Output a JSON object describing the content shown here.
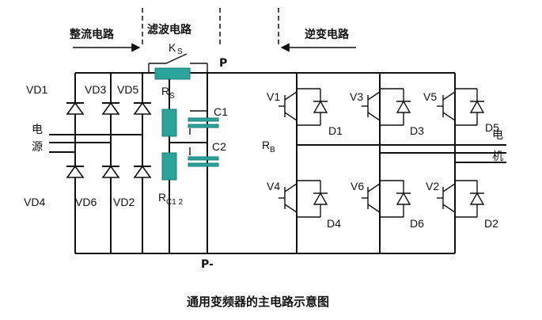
{
  "sections": {
    "rectifier": "整流电路",
    "filter": "滤波电路",
    "inverter": "逆变电路"
  },
  "labels": {
    "ks": "K",
    "ks_sub": "S",
    "p_plus": "P",
    "p_minus": "P-",
    "rs": "R",
    "rs_sub": "S",
    "c1": "C1",
    "c2": "C2",
    "rb": "R",
    "rb_sub": "B",
    "rc12": "R",
    "rc12_sub": "C1 2",
    "source_1": "电",
    "source_2": "源",
    "motor_1": "电",
    "motor_2": "机",
    "vd1": "VD1",
    "vd3": "VD3",
    "vd5": "VD5",
    "vd4": "VD4",
    "vd6": "VD6",
    "vd2": "VD2",
    "v1": "V1",
    "v3": "V3",
    "v5": "V5",
    "v4": "V4",
    "v6": "V6",
    "v2": "V2",
    "d1": "D1",
    "d3": "D3",
    "d5": "D5",
    "d4": "D4",
    "d6": "D6",
    "d2": "D2"
  },
  "caption": "通用变频器的主电路示意图",
  "colors": {
    "resistor_capacitor": "#2aa39a",
    "wire": "#111111"
  }
}
